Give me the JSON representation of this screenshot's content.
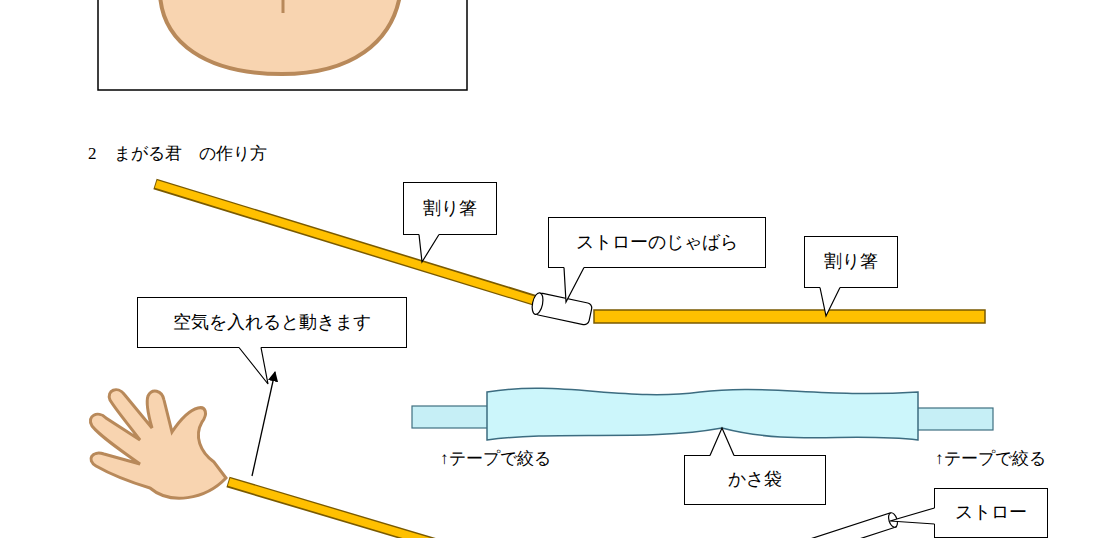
{
  "diagram": {
    "title": "2　まがる君　の作り方",
    "nodes": [
      {
        "text": [
          "割り箸"
        ]
      },
      {
        "text": [
          "ストローのじゃばら"
        ]
      },
      {
        "text": [
          "割り箸"
        ]
      },
      {
        "text": [
          "空気を入れると動きます"
        ]
      },
      {
        "text": [
          "かさ袋"
        ]
      },
      {
        "text": [
          "ストロー"
        ]
      }
    ],
    "labels": [
      "↑テープで絞る",
      "↑テープで絞る"
    ]
  }
}
